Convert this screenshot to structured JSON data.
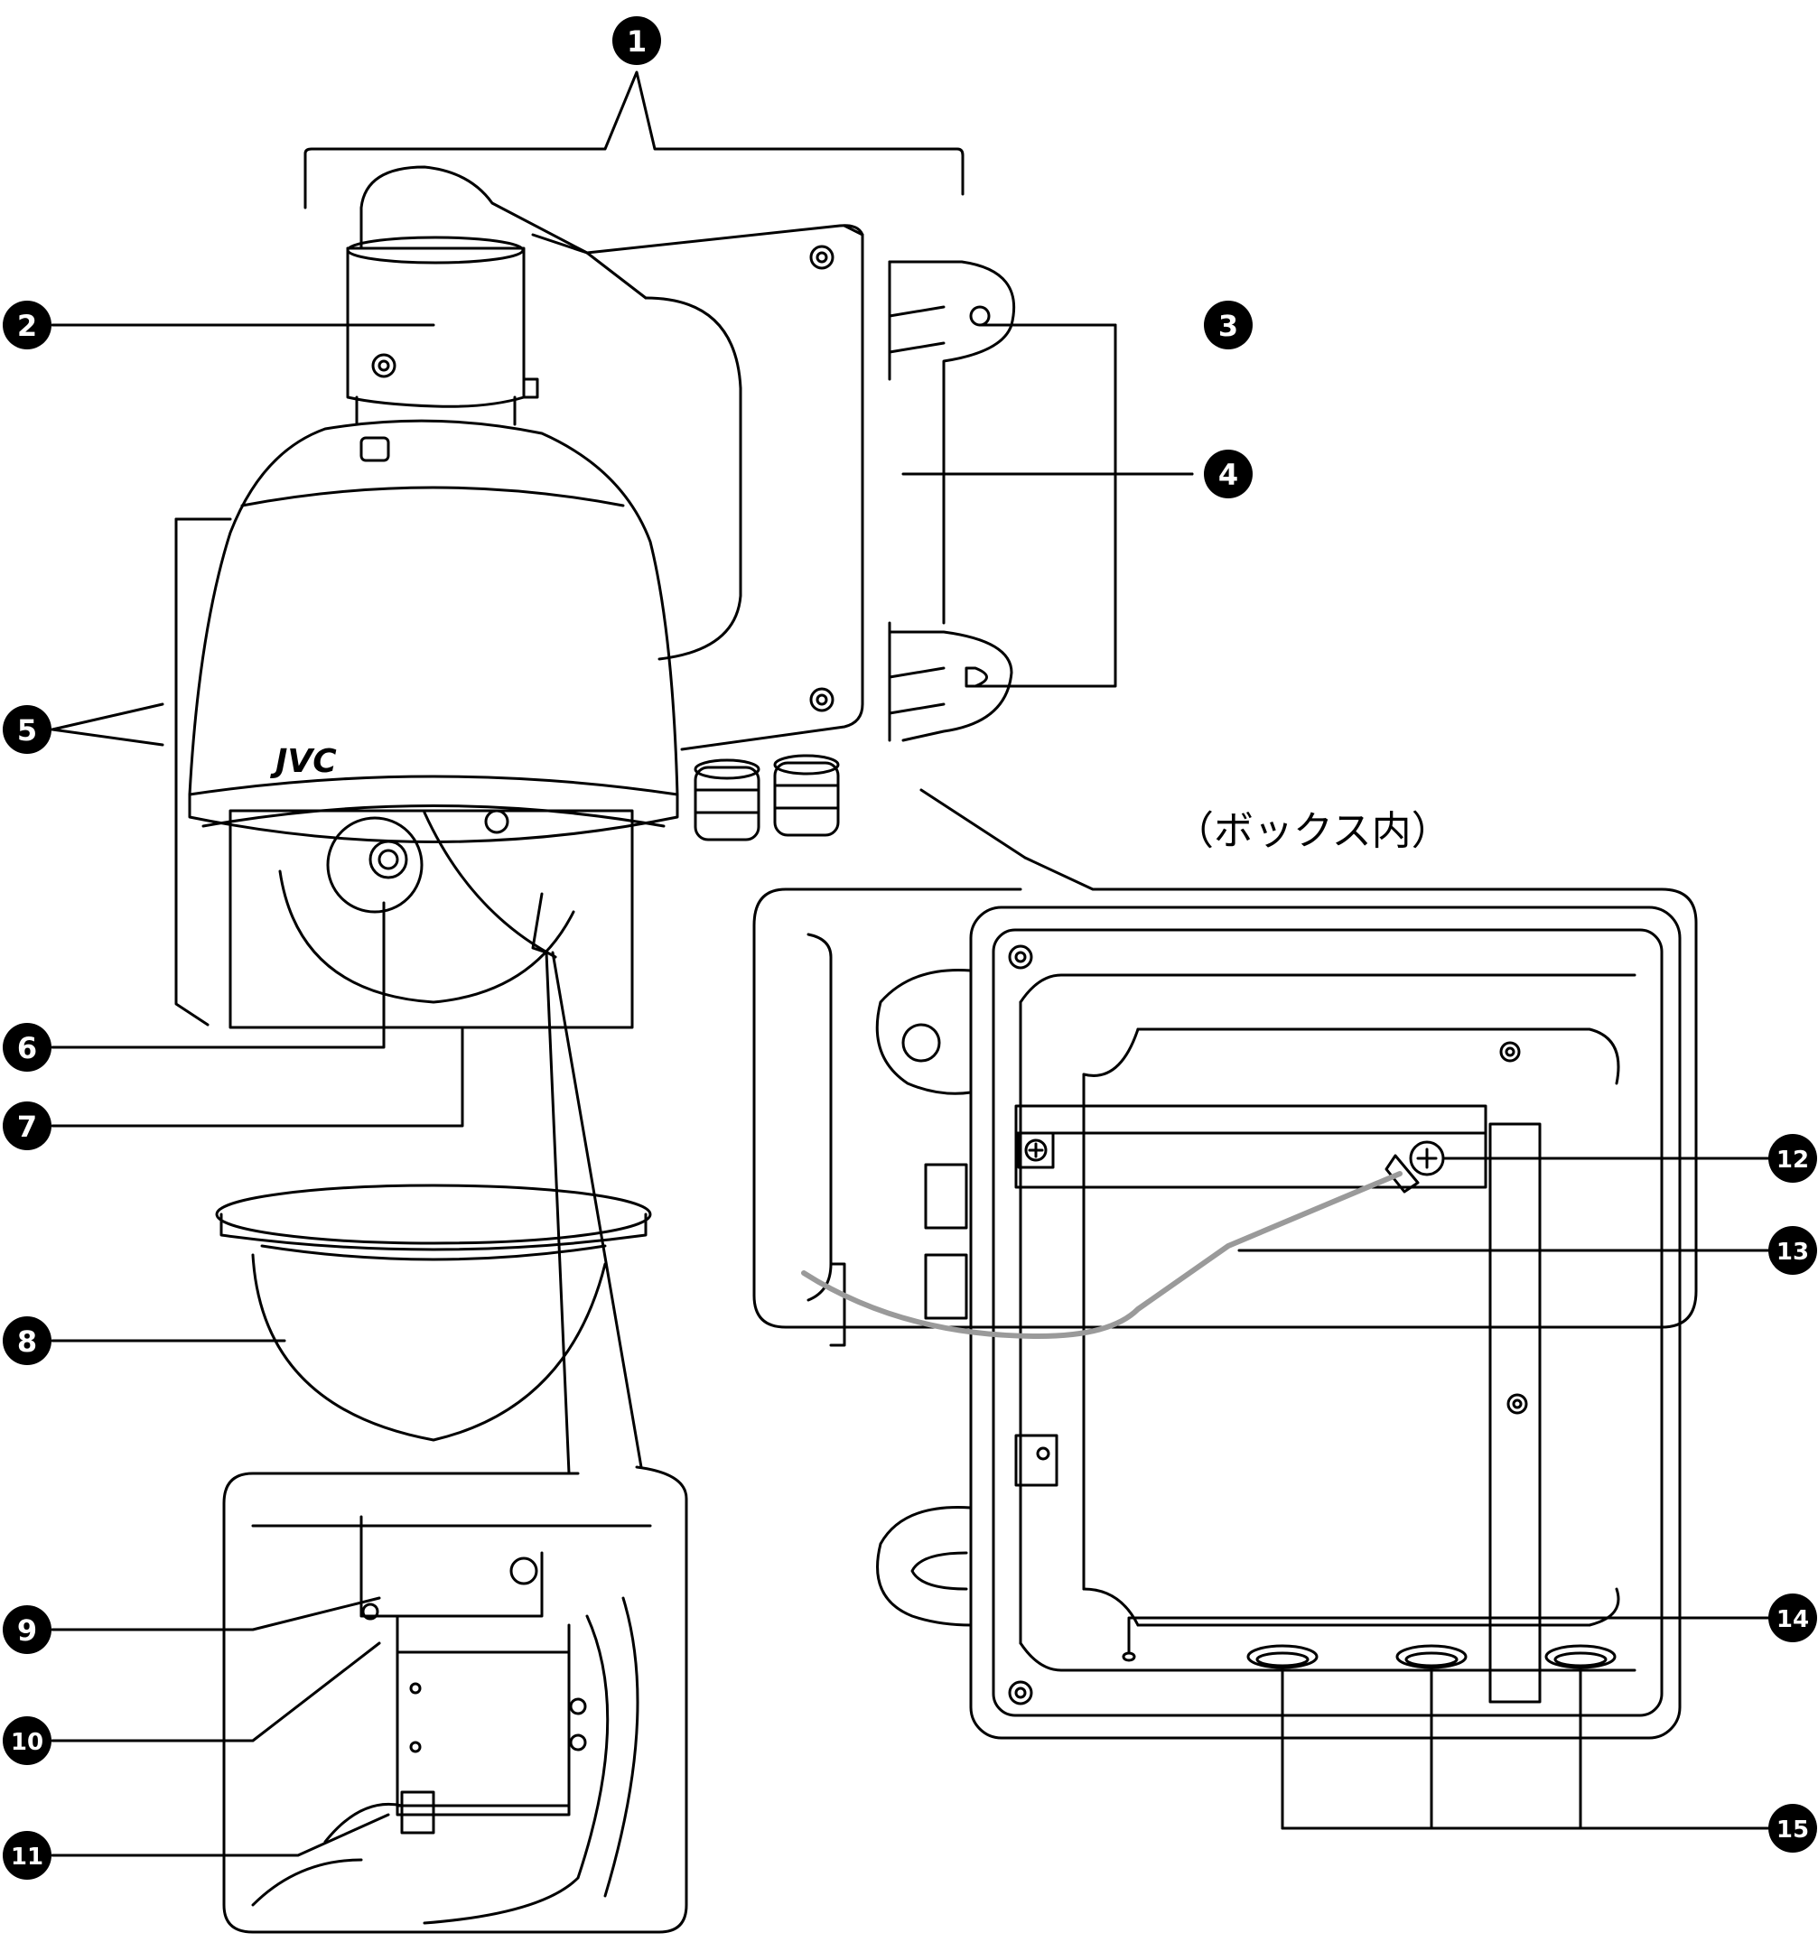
{
  "callouts": [
    {
      "id": "callout-1",
      "text": "1"
    },
    {
      "id": "callout-2",
      "text": "2"
    },
    {
      "id": "callout-3",
      "text": "3"
    },
    {
      "id": "callout-4",
      "text": "4"
    },
    {
      "id": "callout-5",
      "text": "5"
    },
    {
      "id": "callout-6",
      "text": "6"
    },
    {
      "id": "callout-7",
      "text": "7"
    },
    {
      "id": "callout-8",
      "text": "8"
    },
    {
      "id": "callout-9",
      "text": "9"
    },
    {
      "id": "callout-10",
      "text": "10"
    },
    {
      "id": "callout-11",
      "text": "11"
    },
    {
      "id": "callout-12",
      "text": "12"
    },
    {
      "id": "callout-13",
      "text": "13"
    },
    {
      "id": "callout-14",
      "text": "14"
    },
    {
      "id": "callout-15",
      "text": "15"
    }
  ],
  "inset_caption": "（ボックス内）",
  "brand_logo": "JVC",
  "colors": {
    "line": "#000000",
    "badge": "#000000",
    "badge_text": "#ffffff",
    "ground_wire": "#9a9a9a"
  }
}
